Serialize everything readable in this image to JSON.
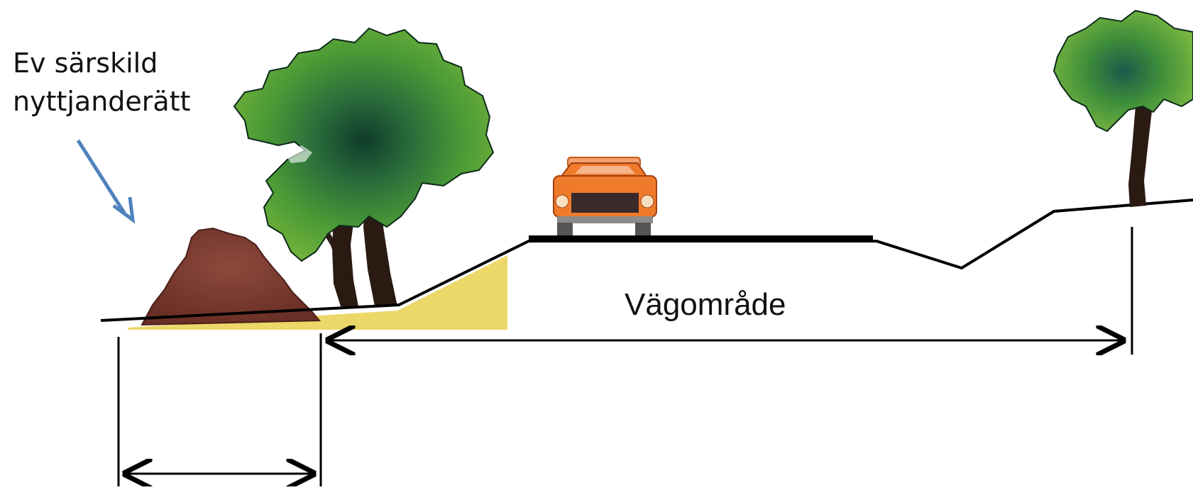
{
  "labels": {
    "easement": [
      "Ev särskild",
      "nyttjanderätt"
    ],
    "road_area": "Vägområde"
  },
  "icons": {
    "pointer_arrow": "arrow-down-right-icon",
    "tree_large": "tree-icon",
    "tree_small": "tree-icon",
    "car": "car-front-icon",
    "earth_mound": "earth-mound-icon"
  },
  "colors": {
    "ground": "#ecd769",
    "tree_foliage": "#3f8f2f",
    "tree_foliage_dark": "#0f3b2a",
    "tree_trunk": "#2a1a12",
    "earth_mound": "#7a3b30",
    "car_body": "#f07a2b",
    "pointer_arrow": "#4f81bd",
    "line": "#000000"
  }
}
